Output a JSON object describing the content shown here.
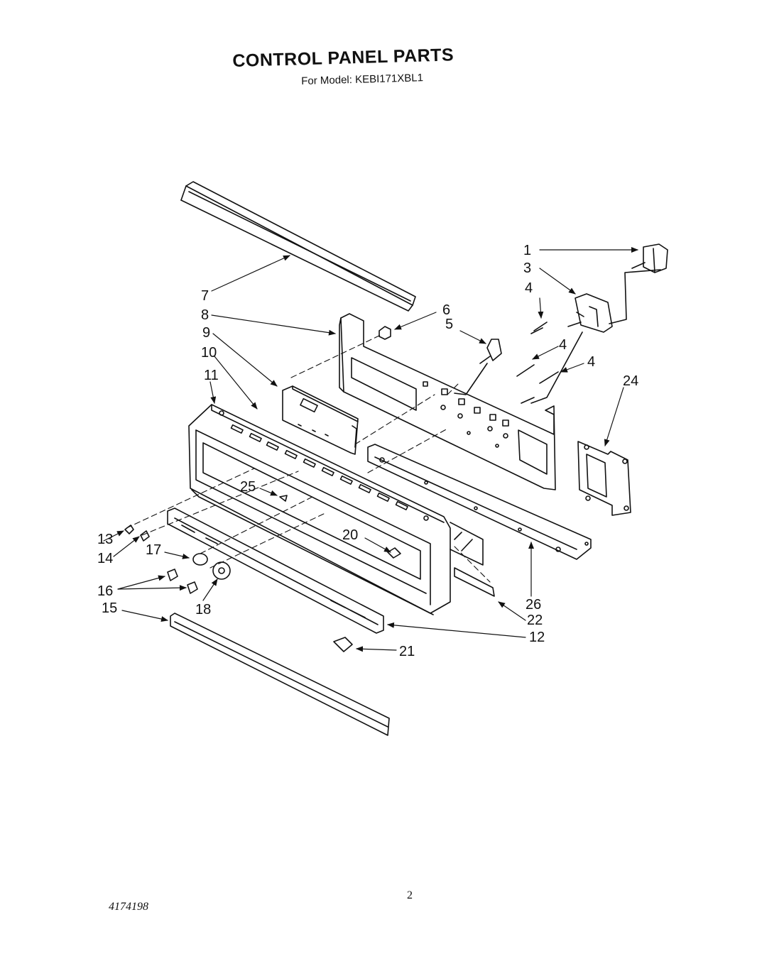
{
  "header": {
    "title": "CONTROL PANEL PARTS",
    "subtitle": "For Model: KEBI171XBL1"
  },
  "callouts": [
    "1",
    "3",
    "4",
    "4",
    "4",
    "5",
    "6",
    "7",
    "8",
    "9",
    "10",
    "11",
    "12",
    "13",
    "14",
    "15",
    "16",
    "17",
    "18",
    "20",
    "21",
    "22",
    "24",
    "25",
    "26"
  ],
  "footer": {
    "page_number": "2",
    "document_number": "4174198"
  }
}
